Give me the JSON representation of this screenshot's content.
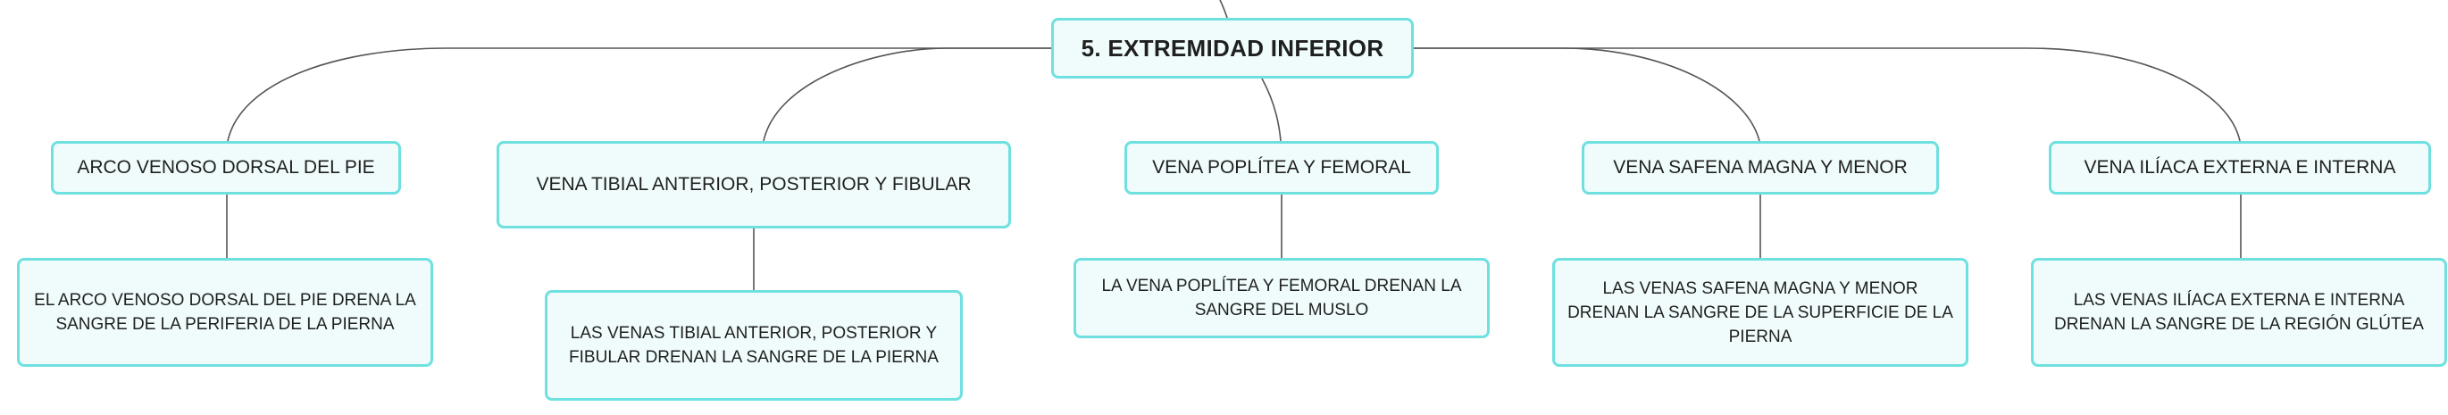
{
  "root": {
    "label": "5. EXTREMIDAD INFERIOR"
  },
  "branches": [
    {
      "title": "ARCO VENOSO DORSAL DEL PIE",
      "detail": "EL ARCO VENOSO DORSAL DEL PIE DRENA LA SANGRE DE LA PERIFERIA DE LA PIERNA"
    },
    {
      "title": "VENA TIBIAL ANTERIOR, POSTERIOR Y FIBULAR",
      "detail": "LAS VENAS TIBIAL ANTERIOR, POSTERIOR Y FIBULAR DRENAN LA SANGRE DE LA PIERNA"
    },
    {
      "title": "VENA POPLÍTEA Y FEMORAL",
      "detail": "LA VENA POPLÍTEA Y FEMORAL DRENAN LA SANGRE DEL MUSLO"
    },
    {
      "title": "VENA SAFENA MAGNA Y MENOR",
      "detail": "LAS VENAS SAFENA MAGNA Y MENOR DRENAN LA SANGRE DE LA SUPERFICIE DE LA PIERNA"
    },
    {
      "title": "VENA ILÍACA EXTERNA E INTERNA",
      "detail": "LAS VENAS ILÍACA EXTERNA E INTERNA DRENAN LA SANGRE DE LA REGIÓN GLÚTEA"
    }
  ],
  "colors": {
    "node_fill": "#f0fcfc",
    "node_border": "#6fe0e0",
    "connector": "#555555"
  }
}
